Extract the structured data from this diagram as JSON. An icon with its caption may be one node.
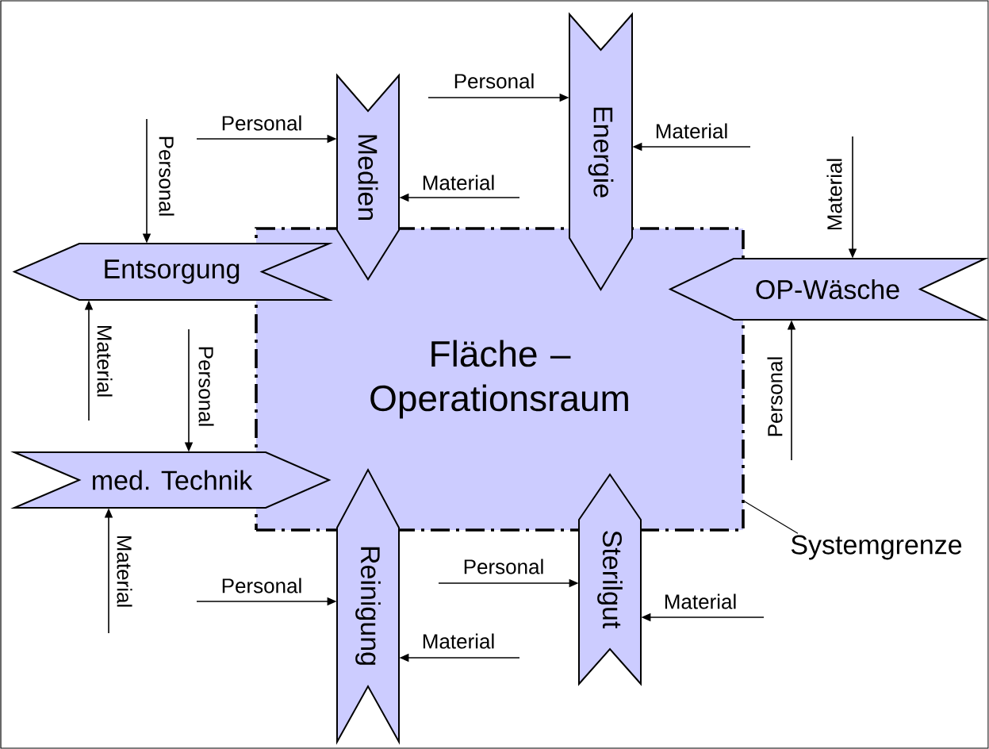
{
  "diagram": {
    "nodes": [
      {
        "text": [
          "Fläche – Operationsraum"
        ]
      },
      {
        "text": [
          "Medien"
        ]
      },
      {
        "text": [
          "Energie"
        ]
      },
      {
        "text": [
          "Entsorgung"
        ]
      },
      {
        "text": [
          "OP-Wäsche"
        ]
      },
      {
        "text": [
          "med. Technik"
        ]
      },
      {
        "text": [
          "Reinigung"
        ]
      },
      {
        "text": [
          "Sterilgut"
        ]
      },
      {
        "text": [
          "Systemgrenze"
        ]
      }
    ],
    "edges": [
      {
        "from": null,
        "to": 1,
        "arrow": "to",
        "label": "Personal"
      },
      {
        "from": null,
        "to": 1,
        "arrow": "to",
        "label": "Material"
      },
      {
        "from": null,
        "to": 2,
        "arrow": "to",
        "label": "Personal"
      },
      {
        "from": null,
        "to": 2,
        "arrow": "to",
        "label": "Material"
      },
      {
        "from": null,
        "to": 3,
        "arrow": "to",
        "label": "Personal"
      },
      {
        "from": null,
        "to": 3,
        "arrow": "to",
        "label": "Material"
      },
      {
        "from": null,
        "to": 4,
        "arrow": "to",
        "label": "Material"
      },
      {
        "from": null,
        "to": 4,
        "arrow": "to",
        "label": "Personal"
      },
      {
        "from": null,
        "to": 5,
        "arrow": "to",
        "label": "Personal"
      },
      {
        "from": null,
        "to": 5,
        "arrow": "to",
        "label": "Material"
      },
      {
        "from": null,
        "to": 6,
        "arrow": "to",
        "label": "Personal"
      },
      {
        "from": null,
        "to": 6,
        "arrow": "to",
        "label": "Material"
      },
      {
        "from": null,
        "to": 7,
        "arrow": "to",
        "label": "Personal"
      },
      {
        "from": null,
        "to": 7,
        "arrow": "to",
        "label": "Material"
      },
      {
        "from": 8,
        "to": 0,
        "arrow": "none"
      }
    ]
  }
}
